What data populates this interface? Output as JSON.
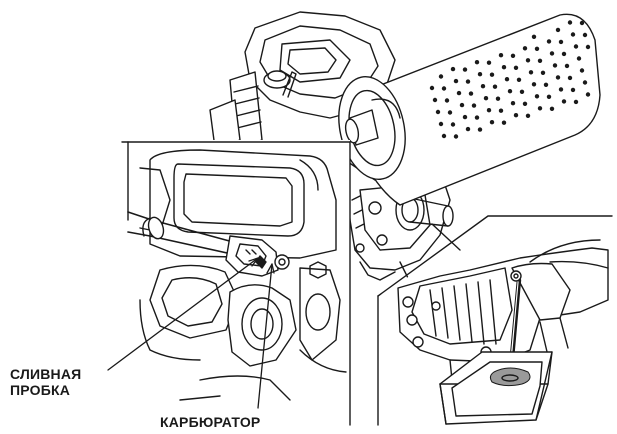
{
  "labels": {
    "drain_plug_line1": "СЛИВНАЯ",
    "drain_plug_line2": "ПРОБКА",
    "carburetor": "КАРБЮРАТОР"
  },
  "colors": {
    "ink": "#1a1a1a",
    "paper": "#ffffff",
    "shade": "#9a9a9a"
  }
}
